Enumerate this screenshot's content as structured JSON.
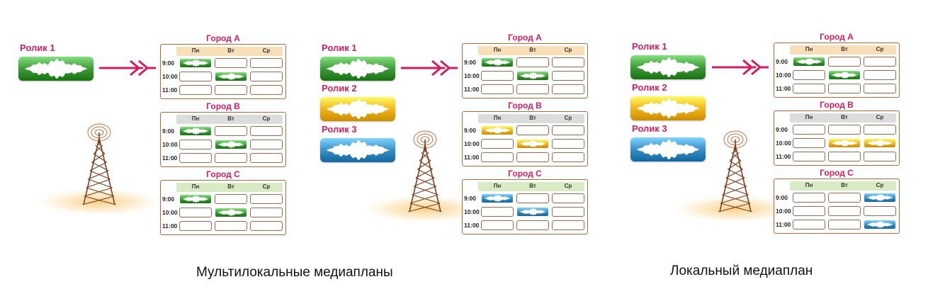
{
  "colors": {
    "accent_text": "#d81b60",
    "green": "#3f9b3a",
    "yellow": "#f2b51c",
    "blue": "#3a8fc7",
    "head_a": "#f8dfb8",
    "head_b": "#dcdcdc",
    "head_c": "#d9ebc2"
  },
  "panels": [
    {
      "spots": [
        {
          "label": "Ролик 1",
          "color": "green"
        }
      ],
      "cities": [
        {
          "title": "Город A",
          "head": "head_a",
          "days": [
            "Пн",
            "Вт",
            "Ср"
          ],
          "times": [
            "9:00",
            "10:00",
            "11:00"
          ],
          "filled": [
            [
              0,
              0,
              "green"
            ],
            [
              1,
              1,
              "green"
            ]
          ]
        },
        {
          "title": "Город B",
          "head": "head_b",
          "days": [
            "Пн",
            "Вт",
            "Ср"
          ],
          "times": [
            "9:00",
            "10:00",
            "11:00"
          ],
          "filled": [
            [
              0,
              0,
              "green"
            ],
            [
              1,
              1,
              "green"
            ]
          ]
        },
        {
          "title": "Город C",
          "head": "head_c",
          "days": [
            "Пн",
            "Вт",
            "Ср"
          ],
          "times": [
            "9:00",
            "10:00",
            "11:00"
          ],
          "filled": [
            [
              0,
              0,
              "green"
            ],
            [
              1,
              1,
              "green"
            ]
          ]
        }
      ]
    },
    {
      "spots": [
        {
          "label": "Ролик 1",
          "color": "green"
        },
        {
          "label": "Ролик 2",
          "color": "yellow"
        },
        {
          "label": "Ролик 3",
          "color": "blue"
        }
      ],
      "cities": [
        {
          "title": "Город A",
          "head": "head_a",
          "days": [
            "Пн",
            "Вт",
            "Ср"
          ],
          "times": [
            "9:00",
            "10:00",
            "11:00"
          ],
          "filled": [
            [
              0,
              0,
              "green"
            ],
            [
              1,
              1,
              "green"
            ]
          ]
        },
        {
          "title": "Город B",
          "head": "head_b",
          "days": [
            "Пн",
            "Вт",
            "Ср"
          ],
          "times": [
            "9:00",
            "10:00",
            "11:00"
          ],
          "filled": [
            [
              0,
              0,
              "yellow"
            ],
            [
              1,
              1,
              "yellow"
            ]
          ]
        },
        {
          "title": "Город C",
          "head": "head_c",
          "days": [
            "Пн",
            "Вт",
            "Ср"
          ],
          "times": [
            "9:00",
            "10:00",
            "11:00"
          ],
          "filled": [
            [
              0,
              0,
              "blue"
            ],
            [
              1,
              1,
              "blue"
            ]
          ]
        }
      ]
    },
    {
      "spots": [
        {
          "label": "Ролик 1",
          "color": "green"
        },
        {
          "label": "Ролик 2",
          "color": "yellow"
        },
        {
          "label": "Ролик 3",
          "color": "blue"
        }
      ],
      "cities": [
        {
          "title": "Город A",
          "head": "head_a",
          "days": [
            "Пн",
            "Вт",
            "Ср"
          ],
          "times": [
            "9:00",
            "10:00",
            "11:00"
          ],
          "filled": [
            [
              0,
              0,
              "green"
            ],
            [
              1,
              1,
              "green"
            ]
          ]
        },
        {
          "title": "Город B",
          "head": "head_b",
          "days": [
            "Пн",
            "Вт",
            "Ср"
          ],
          "times": [
            "9:00",
            "10:00",
            "11:00"
          ],
          "filled": [
            [
              1,
              1,
              "yellow"
            ],
            [
              1,
              2,
              "yellow"
            ]
          ]
        },
        {
          "title": "Город C",
          "head": "head_c",
          "days": [
            "Пн",
            "Вт",
            "Ср"
          ],
          "times": [
            "9:00",
            "10:00",
            "11:00"
          ],
          "filled": [
            [
              0,
              2,
              "blue"
            ],
            [
              2,
              2,
              "blue"
            ]
          ]
        }
      ]
    }
  ],
  "captions": {
    "multi": "Мультилокальные медиапланы",
    "local": "Локальный медиаплан"
  }
}
